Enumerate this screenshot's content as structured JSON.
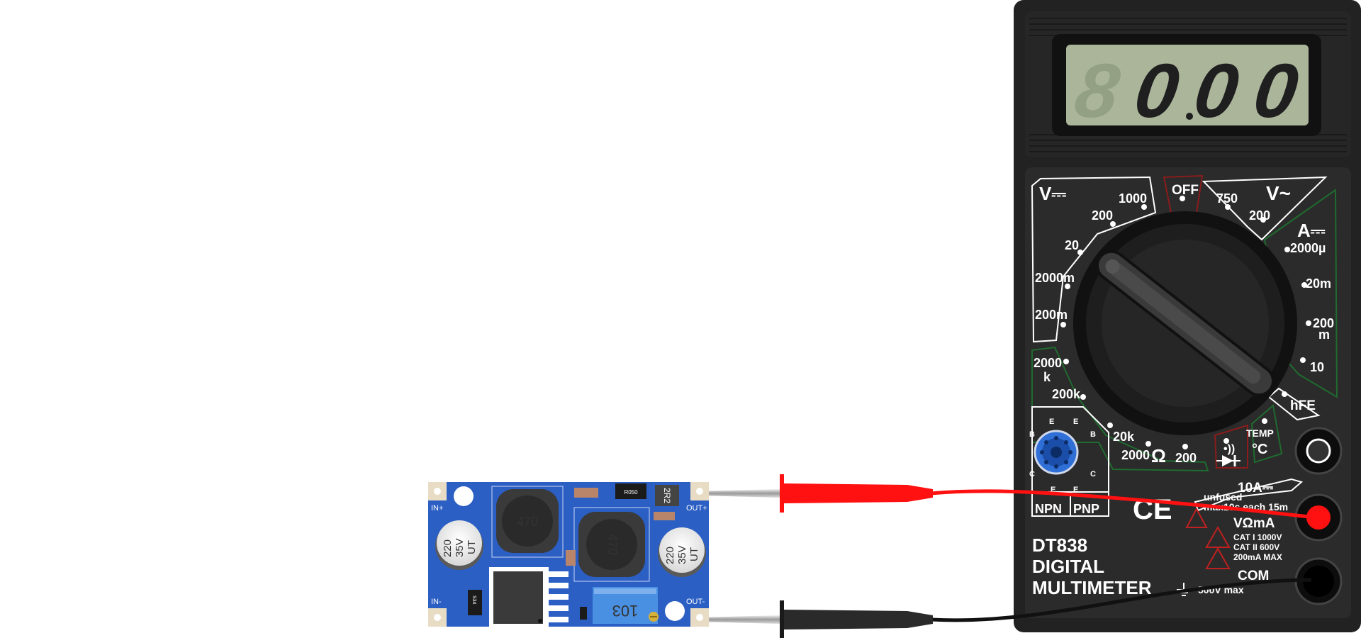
{
  "multimeter": {
    "display": {
      "digits": [
        "0",
        "0",
        "0"
      ],
      "dim_digit": "8",
      "bg_color": "#aab59a"
    },
    "dial": {
      "off": "OFF",
      "dcv_group": "V⎓",
      "dcv_ranges": [
        "1000",
        "200",
        "20",
        "2000m",
        "200m"
      ],
      "acv_group": "V~",
      "acv_ranges": [
        "750",
        "200"
      ],
      "dca_group": "A⎓",
      "dca_ranges": [
        "2000µ",
        "20m",
        "200",
        "m",
        "10"
      ],
      "hfe": "hFE",
      "ohm_ranges": [
        "2000",
        "k",
        "200k",
        "20k",
        "2000",
        "200"
      ],
      "ohm_symbol": "Ω",
      "continuity_symbol": "•))",
      "temp_label": "TEMP",
      "temp_unit": "°C"
    },
    "transistor_socket": {
      "left_letters": [
        "E",
        "B",
        "C",
        "E"
      ],
      "right_letters": [
        "E",
        "B",
        "C",
        "E"
      ],
      "npn": "NPN",
      "pnp": "PNP"
    },
    "jacks": {
      "ten_a": "10A⎓",
      "unfused": "unfused",
      "unfused_note": "max10s each 15m",
      "v_ma": "VΩmA",
      "cat1": "CAT I 1000V",
      "cat2": "CAT II 600V",
      "max_ma": "200mA MAX",
      "com": "COM",
      "max_v": "500V max"
    },
    "ce_mark": "CE",
    "model": "DT838",
    "title_line1": "DIGITAL",
    "title_line2": "MULTIMETER",
    "colors": {
      "body": "#222222",
      "panel": "#2b2b2b",
      "red_lead": "#ff1111",
      "black_lead": "#1a1a1a"
    }
  },
  "board": {
    "pcb_color": "#2b5fc4",
    "in_plus": "IN+",
    "in_minus": "IN-",
    "out_plus": "OUT+",
    "out_minus": "OUT-",
    "inductor1": "470",
    "inductor2": "470",
    "cap_left": [
      "220",
      "35V",
      "UT"
    ],
    "cap_right": [
      "220",
      "35V",
      "UT"
    ],
    "pot": "103",
    "r2r2": "2R2",
    "smd1": "R050",
    "smd2": "S34"
  }
}
